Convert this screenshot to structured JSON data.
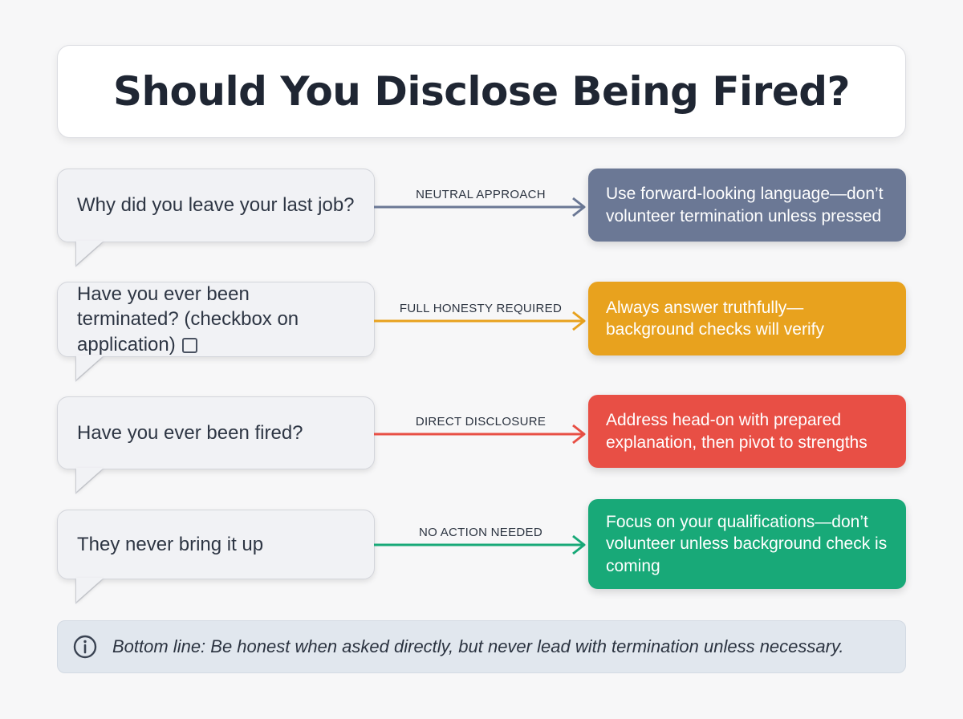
{
  "title": "Should You Disclose Being Fired?",
  "rows": [
    {
      "question": "Why did you leave your last job?",
      "approach": "NEUTRAL APPROACH",
      "advice": "Use forward-looking language—don’t volunteer termination unless pressed",
      "color": "#6b7895"
    },
    {
      "question": "Have you ever been terminated? (checkbox on application)",
      "approach": "FULL HONESTY REQUIRED",
      "advice": "Always answer truthfully—background checks will verify",
      "color": "#e8a21e"
    },
    {
      "question": "Have you ever been fired?",
      "approach": "DIRECT DISCLOSURE",
      "advice": "Address head-on with prepared explanation, then pivot to strengths",
      "color": "#e84f45"
    },
    {
      "question": "They never bring it up",
      "approach": "NO ACTION NEEDED",
      "advice": "Focus on your qualifications—don’t volunteer unless background check is coming",
      "color": "#18a978"
    }
  ],
  "bottom_line": "Bottom line: Be honest when asked directly, but never lead with termination unless necessary.",
  "icons": {
    "bottom": "info-icon",
    "row2": "checkbox-icon"
  }
}
